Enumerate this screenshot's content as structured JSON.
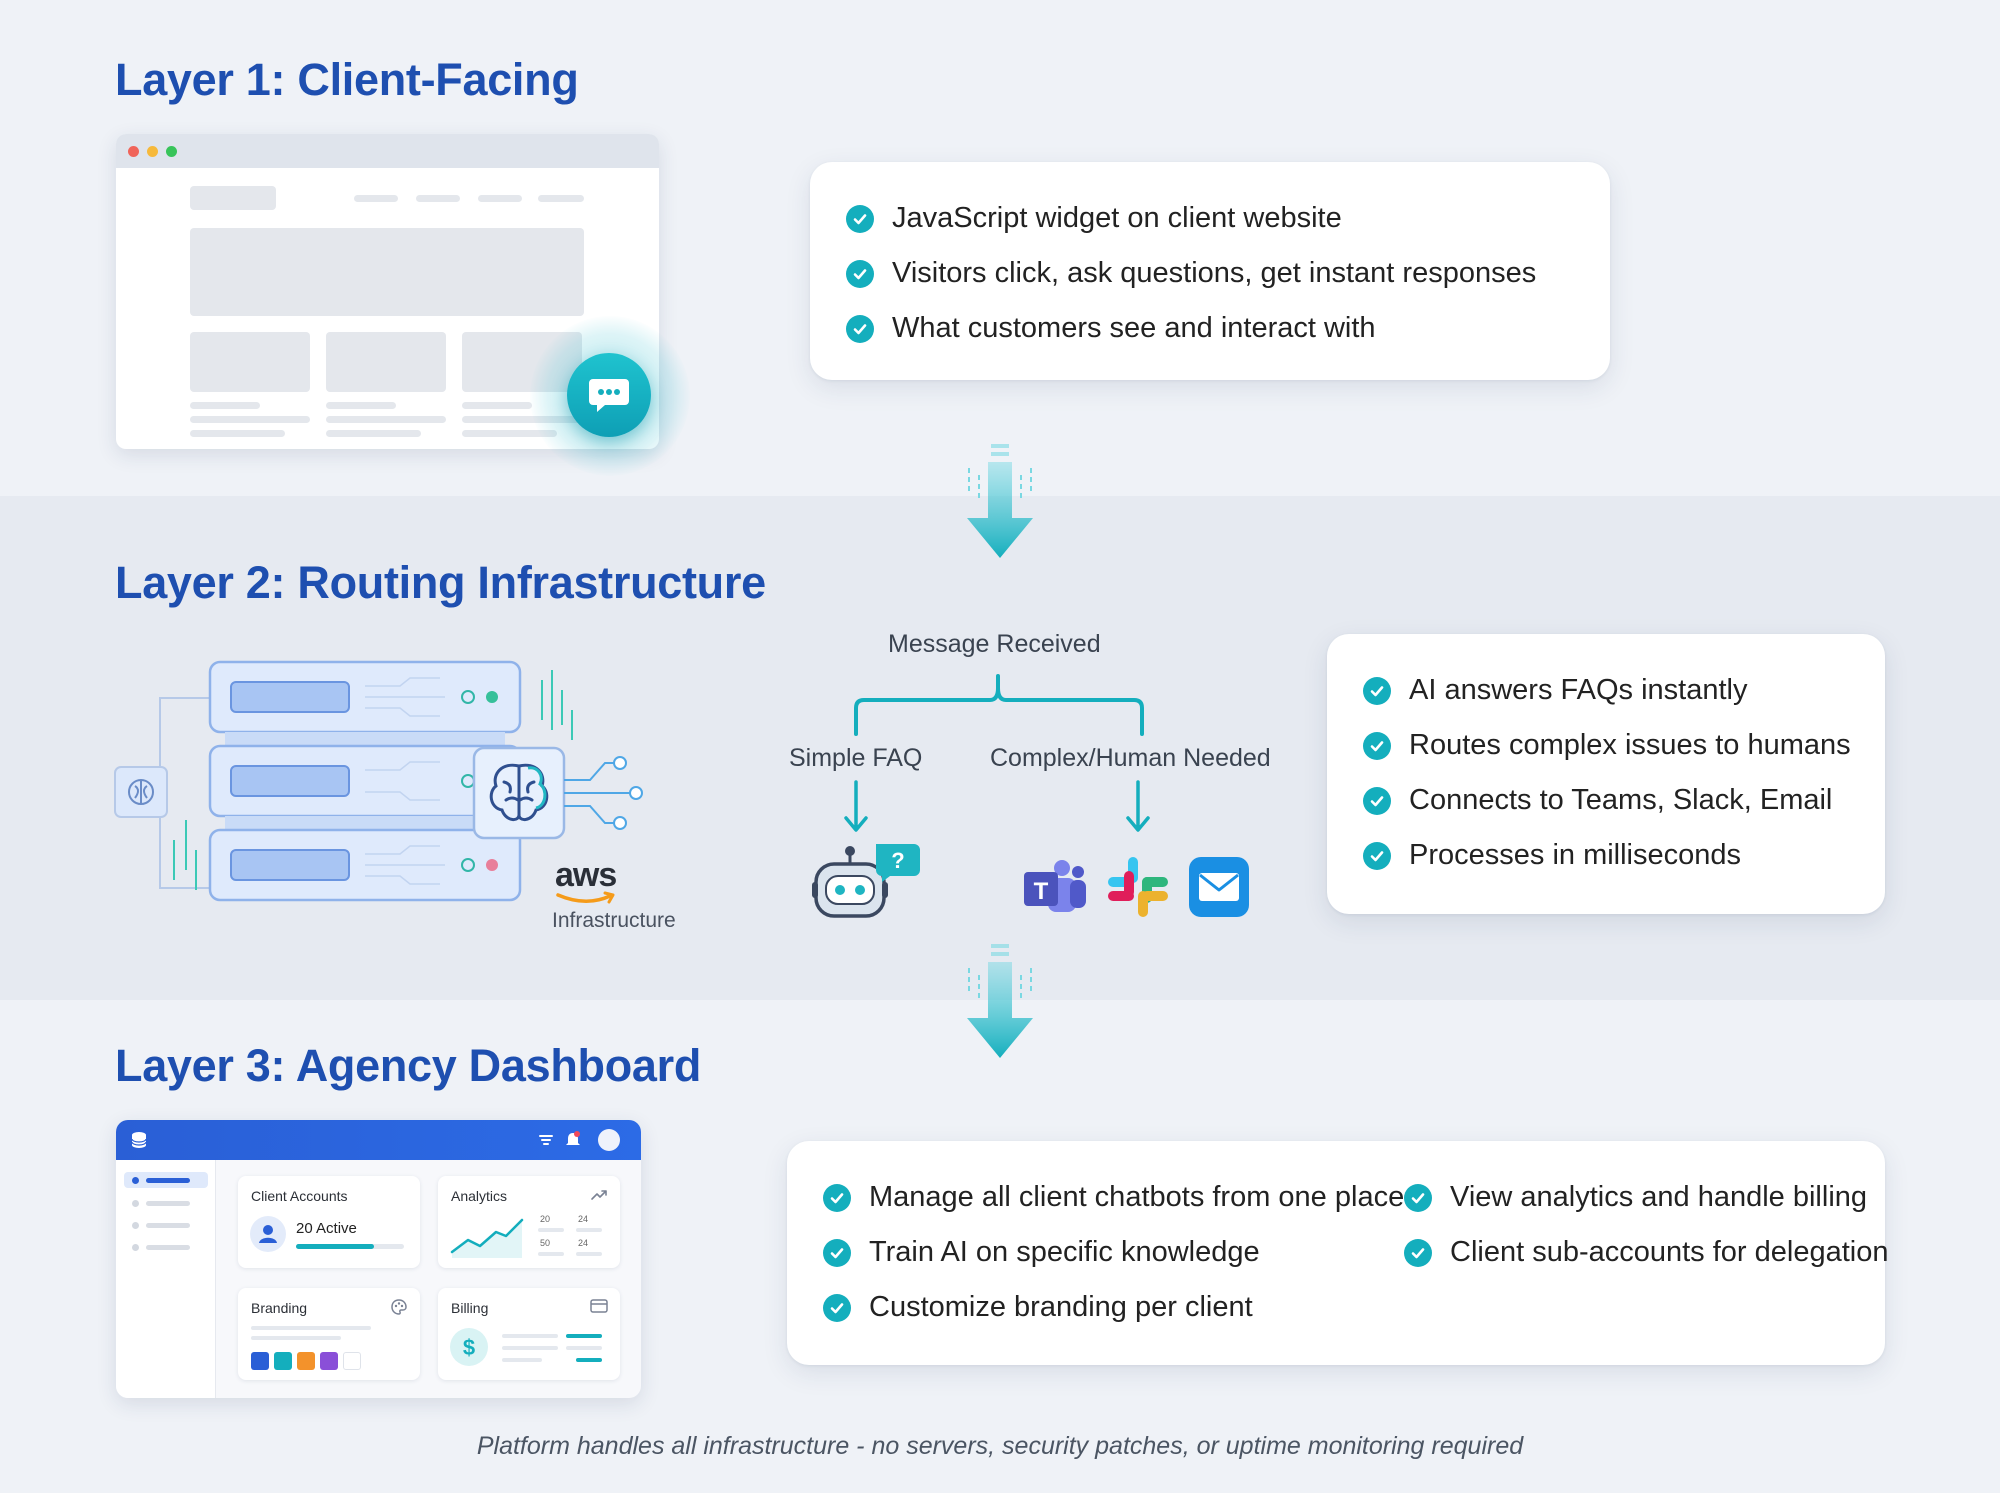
{
  "layer1": {
    "title": "Layer 1: Client-Facing",
    "bullets": [
      "JavaScript widget on client website",
      "Visitors click, ask questions, get instant responses",
      "What customers see and interact with"
    ]
  },
  "layer2": {
    "title": "Layer 2: Routing Infrastructure",
    "aws_logo": "aws",
    "aws_label": "Infrastructure",
    "message_received": "Message Received",
    "branch_simple": "Simple FAQ",
    "branch_complex": "Complex/Human Needed",
    "bullets": [
      "AI answers FAQs instantly",
      "Routes complex issues to humans",
      "Connects to Teams, Slack, Email",
      "Processes in milliseconds"
    ]
  },
  "layer3": {
    "title": "Layer 3: Agency Dashboard",
    "tiles": {
      "client_accounts": "Client Accounts",
      "active": "20 Active",
      "analytics": "Analytics",
      "branding": "Branding",
      "billing": "Billing"
    },
    "mini_numbers": [
      "20",
      "24",
      "50",
      "24"
    ],
    "bullets_left": [
      "Manage all client chatbots from one place",
      "Train AI on specific knowledge",
      "Customize branding per client"
    ],
    "bullets_right": [
      "View analytics and handle billing",
      "Client sub-accounts for delegation"
    ]
  },
  "footer": "Platform handles all infrastructure - no servers, security patches, or uptime monitoring required",
  "icons": [
    "check-icon",
    "chat-bubble-icon",
    "arrow-down-icon",
    "server-icon",
    "brain-icon",
    "robot-icon",
    "teams-icon",
    "slack-icon",
    "email-icon",
    "user-icon",
    "bell-icon",
    "palette-icon",
    "card-icon",
    "dollar-icon"
  ],
  "colors": {
    "title_blue": "#1e4fb0",
    "accent_teal": "#14aebd",
    "dashboard_blue": "#2a5fd6"
  }
}
